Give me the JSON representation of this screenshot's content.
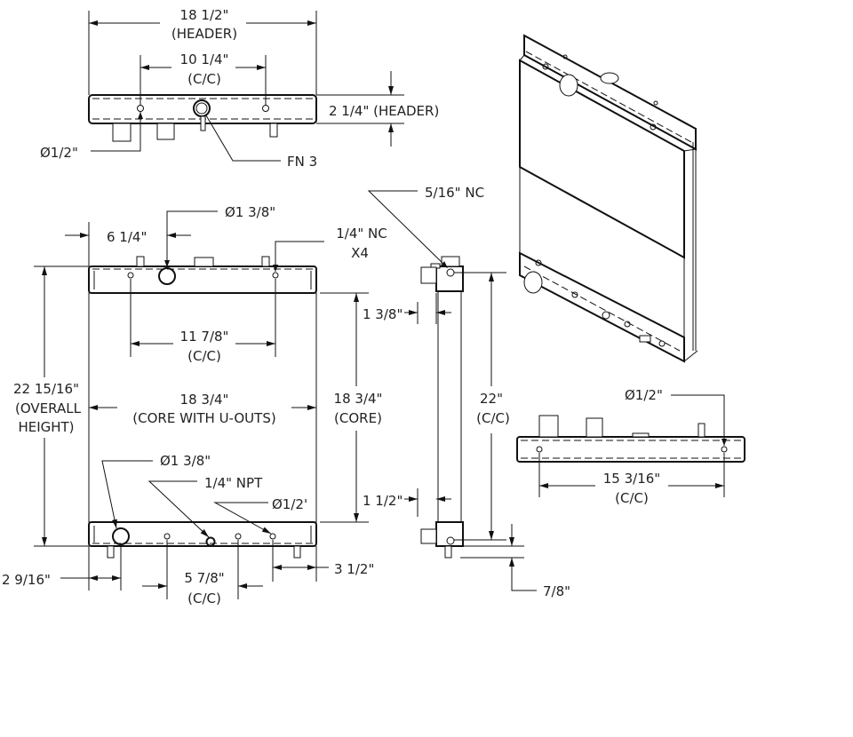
{
  "top_view": {
    "header_width": "18 1/2\"",
    "header_width_note": "(HEADER)",
    "hole_spacing": "10 1/4\"",
    "hole_spacing_note": "(C/C)",
    "header_height": "2 1/4\" (HEADER)",
    "hole_dia": "Ø1/2\"",
    "fitting_note": "FN 3"
  },
  "front_view": {
    "inlet_offset": "6 1/4\"",
    "inlet_dia": "Ø1 3/8\"",
    "mount_thread": "1/4\" NC",
    "mount_qty": "X4",
    "mount_spacing": "11 7/8\"",
    "mount_spacing_note": "(C/C)",
    "overall_height": "22 15/16\"",
    "overall_height_note1": "(OVERALL",
    "overall_height_note2": "HEIGHT)",
    "core_width": "18 3/4\"",
    "core_width_note": "(CORE WITH U-OUTS)",
    "core_height": "18 3/4\"",
    "core_height_note": "(CORE)",
    "outlet_dia": "Ø1 3/8\"",
    "drain": "1/4\" NPT",
    "bottom_hole_dia": "Ø1/2'",
    "outlet_offset": "2 9/16\"",
    "bottom_spacing": "5 7/8\"",
    "bottom_spacing_note": "(C/C)",
    "bottom_edge_offset": "3 1/2\""
  },
  "side_view": {
    "top_thread": "5/16\" NC",
    "top_offset": "1 3/8\"",
    "vertical_spacing": "22\"",
    "vertical_spacing_note": "(C/C)",
    "bottom_offset": "1 1/2\"",
    "peg_length": "7/8\""
  },
  "bottom_view": {
    "hole_dia": "Ø1/2\"",
    "hole_spacing": "15 3/16\"",
    "hole_spacing_note": "(C/C)"
  }
}
